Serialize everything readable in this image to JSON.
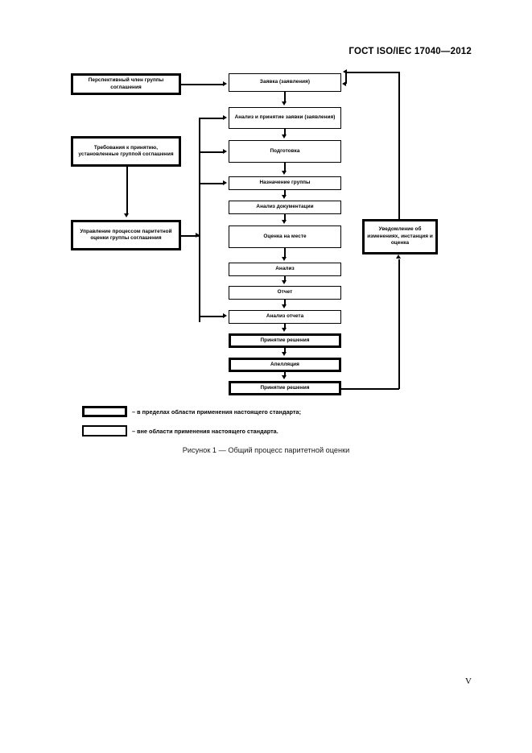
{
  "header": {
    "standard_title": "ГОСТ ISO/IEC 17040—2012"
  },
  "figure": {
    "caption": "Рисунок 1 — Общий процесс паритетной оценки",
    "nodes": {
      "prospective_member": "Перспективный член группы соглашения",
      "acceptance_requirements": "Требования к принятию, установленные группой соглашения",
      "process_management": "Управление процессом паритетной оценки группы соглашения",
      "application": "Заявка (заявления)",
      "application_review": "Анализ и принятие заявки (заявления)",
      "preparation": "Подготовка",
      "team_appointment": "Назначение группы",
      "document_review": "Анализ документации",
      "onsite_assessment": "Оценка на месте",
      "analysis": "Анализ",
      "report": "Отчет",
      "report_review": "Анализ отчета",
      "decision_making_1": "Принятие решения",
      "appeal": "Апелляция",
      "decision_making_2": "Принятие решения",
      "change_notification": "Уведомление об изменениях, инстанция и оценка"
    },
    "legend": [
      "– в пределах области применения настоящего стандарта;",
      "– вне области применения настоящего стандарта."
    ]
  },
  "footer": {
    "page_number": "V"
  }
}
